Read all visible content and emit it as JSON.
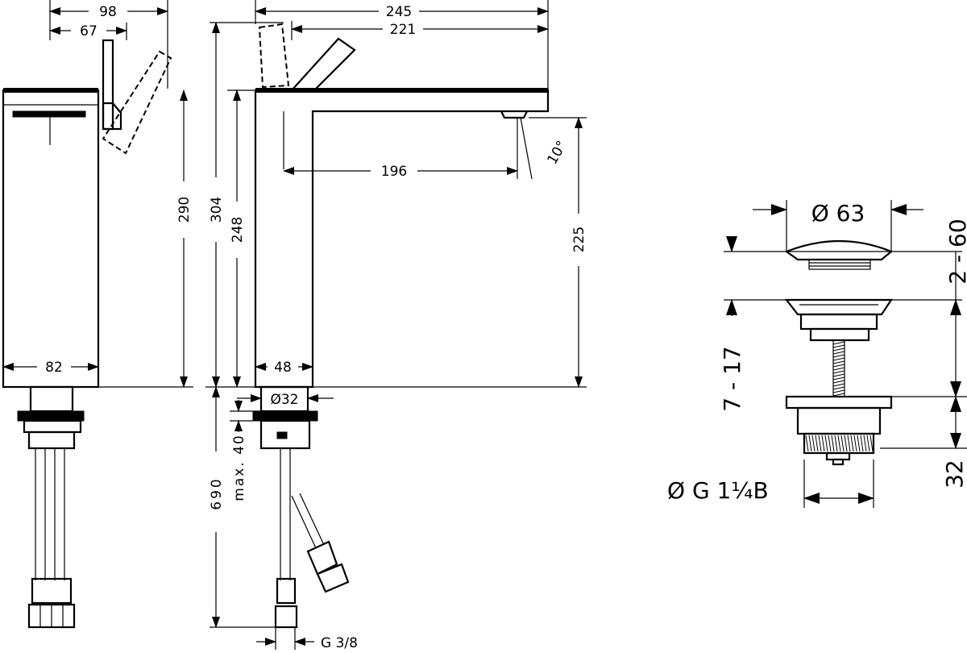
{
  "drawing": {
    "labels": {
      "d98": "98",
      "d67": "67",
      "d82": "82",
      "d290": "290",
      "d304": "304",
      "d248": "248",
      "d245": "245",
      "d221": "221",
      "d196": "196",
      "d10deg": "10°",
      "d225": "225",
      "d48": "48",
      "d32dia": "Ø32",
      "dmax40": "max. 40",
      "d690": "690",
      "g38": "G 3/8",
      "d63": "Ø 63",
      "d2_60": "2 - 60",
      "d7_17": "7 - 17",
      "d32": "32",
      "g114": "Ø G 1¼B"
    }
  }
}
